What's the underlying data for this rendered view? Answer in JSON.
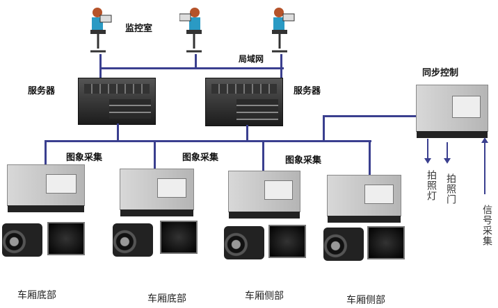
{
  "labels": {
    "monitor_room": "监控室",
    "lan": "局域网",
    "server_left": "服务器",
    "server_right": "服务器",
    "sync_control": "同步控制",
    "capture": [
      "图象采集",
      "图象采集",
      "图象采集"
    ],
    "flash_light": "拍照灯",
    "flash_door": "拍照门",
    "signal_capture": "信号采集",
    "positions": [
      "车厢底部",
      "车厢底部",
      "车厢侧部",
      "车厢侧部"
    ]
  },
  "colors": {
    "line": "#3a3f8f"
  }
}
